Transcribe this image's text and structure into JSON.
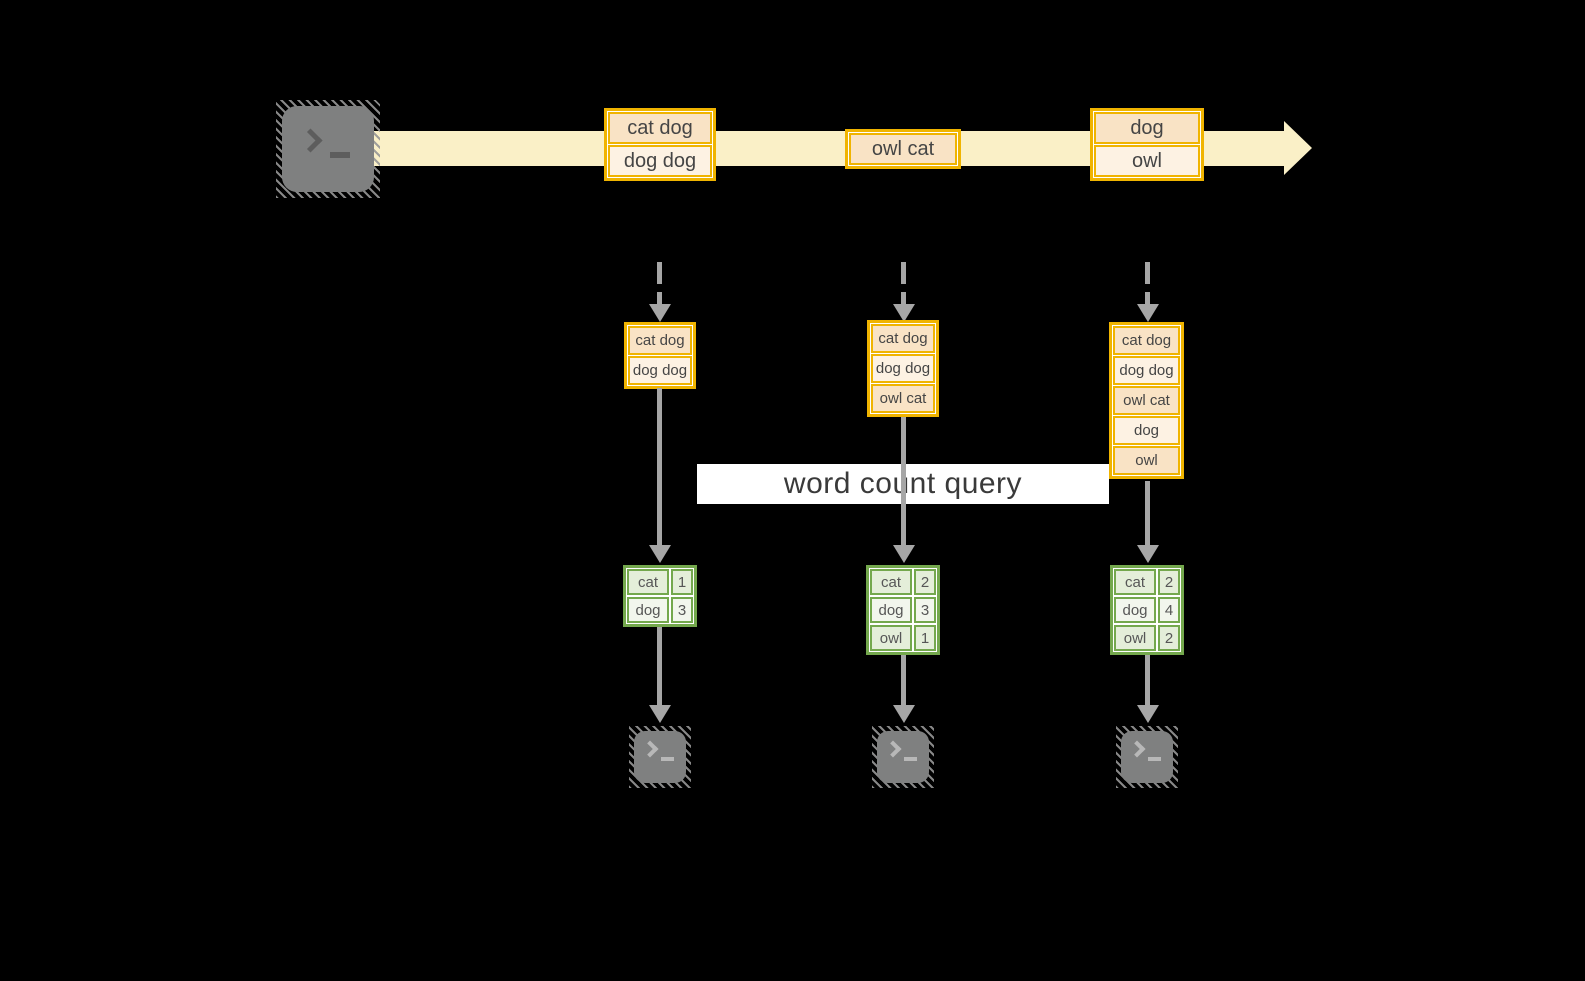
{
  "diagram": {
    "background": "#000000",
    "colors": {
      "stream_band": "#faf0c7",
      "event_box_border": "#f0b400",
      "event_fill_dark": "#f9e3c5",
      "event_fill_light": "#fdf2e3",
      "table_border": "#74a84d",
      "table_fill_dark": "#e4eed9",
      "table_fill_light": "#f2f6ed",
      "arrow_gray": "#a6a6a6",
      "terminal_gray": "#7f8080",
      "query_band_bg": "#ffffff"
    },
    "source": {
      "icon": "terminal-icon"
    },
    "stream_events": [
      {
        "lines": [
          "cat dog",
          "dog dog"
        ]
      },
      {
        "lines": [
          "owl cat"
        ]
      },
      {
        "lines": [
          "dog",
          "owl"
        ]
      }
    ],
    "query_label": "word count query",
    "columns": [
      {
        "batch": {
          "lines": [
            "cat dog",
            "dog dog"
          ]
        },
        "result": {
          "rows": [
            {
              "word": "cat",
              "count": "1"
            },
            {
              "word": "dog",
              "count": "3"
            }
          ]
        },
        "sink": {
          "icon": "terminal-icon"
        }
      },
      {
        "batch": {
          "lines": [
            "cat dog",
            "dog dog",
            "owl cat"
          ]
        },
        "result": {
          "rows": [
            {
              "word": "cat",
              "count": "2"
            },
            {
              "word": "dog",
              "count": "3"
            },
            {
              "word": "owl",
              "count": "1"
            }
          ]
        },
        "sink": {
          "icon": "terminal-icon"
        }
      },
      {
        "batch": {
          "lines": [
            "cat dog",
            "dog dog",
            "owl cat",
            "dog",
            "owl"
          ]
        },
        "result": {
          "rows": [
            {
              "word": "cat",
              "count": "2"
            },
            {
              "word": "dog",
              "count": "4"
            },
            {
              "word": "owl",
              "count": "2"
            }
          ]
        },
        "sink": {
          "icon": "terminal-icon"
        }
      }
    ]
  }
}
